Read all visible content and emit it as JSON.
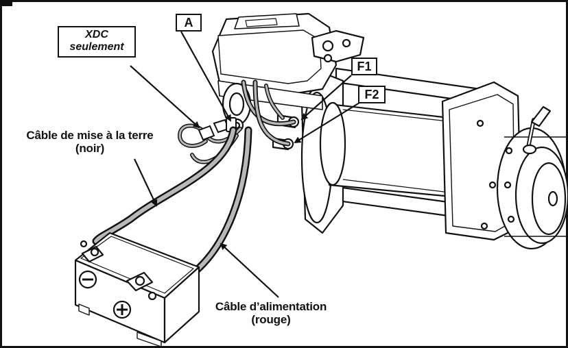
{
  "callouts": {
    "a": "A",
    "f1": "F1",
    "f2": "F2"
  },
  "note": {
    "line1": "XDC",
    "line2": "seulement"
  },
  "labels": {
    "ground_line1": "Câble de mise à la terre",
    "ground_line2": "(noir)",
    "power_line1": "Câble d’alimentation",
    "power_line2": "(rouge)"
  },
  "colors": {
    "ink": "#111111",
    "cable": "#b8b8b8",
    "shade": "#8a8a8a",
    "paper": "#ffffff"
  }
}
